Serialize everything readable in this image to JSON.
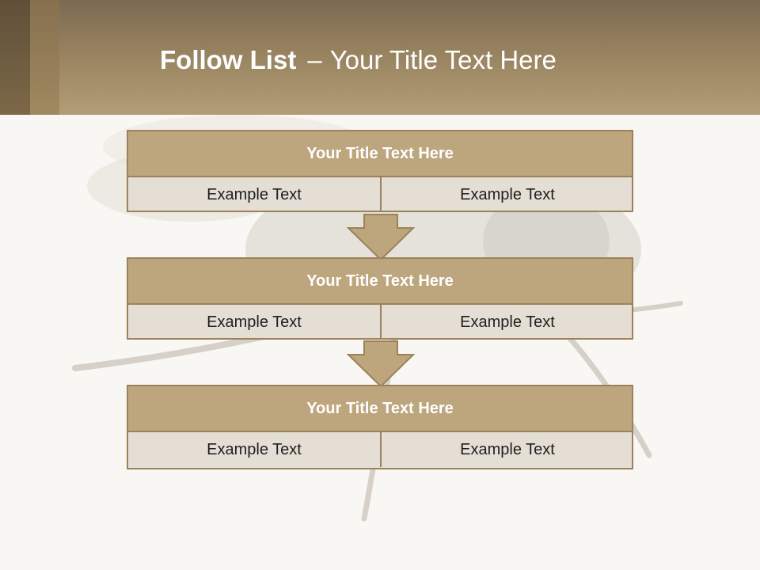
{
  "slide": {
    "title_bold": "Follow List",
    "title_separator": "–",
    "title_rest": "Your Title Text Here"
  },
  "blocks": [
    {
      "title": "Your Title Text Here",
      "left": "Example Text",
      "right": "Example Text"
    },
    {
      "title": "Your Title Text Here",
      "left": "Example Text",
      "right": "Example Text"
    },
    {
      "title": "Your Title Text Here",
      "left": "Example Text",
      "right": "Example Text"
    }
  ],
  "colors": {
    "header": "#97825f",
    "block_title_bg": "#bda57e",
    "block_body_bg": "#e4ded5",
    "border": "#9b825a",
    "arrow_fill": "#bda57e"
  },
  "icons": [
    "fly-background-image",
    "down-arrow-icon"
  ]
}
